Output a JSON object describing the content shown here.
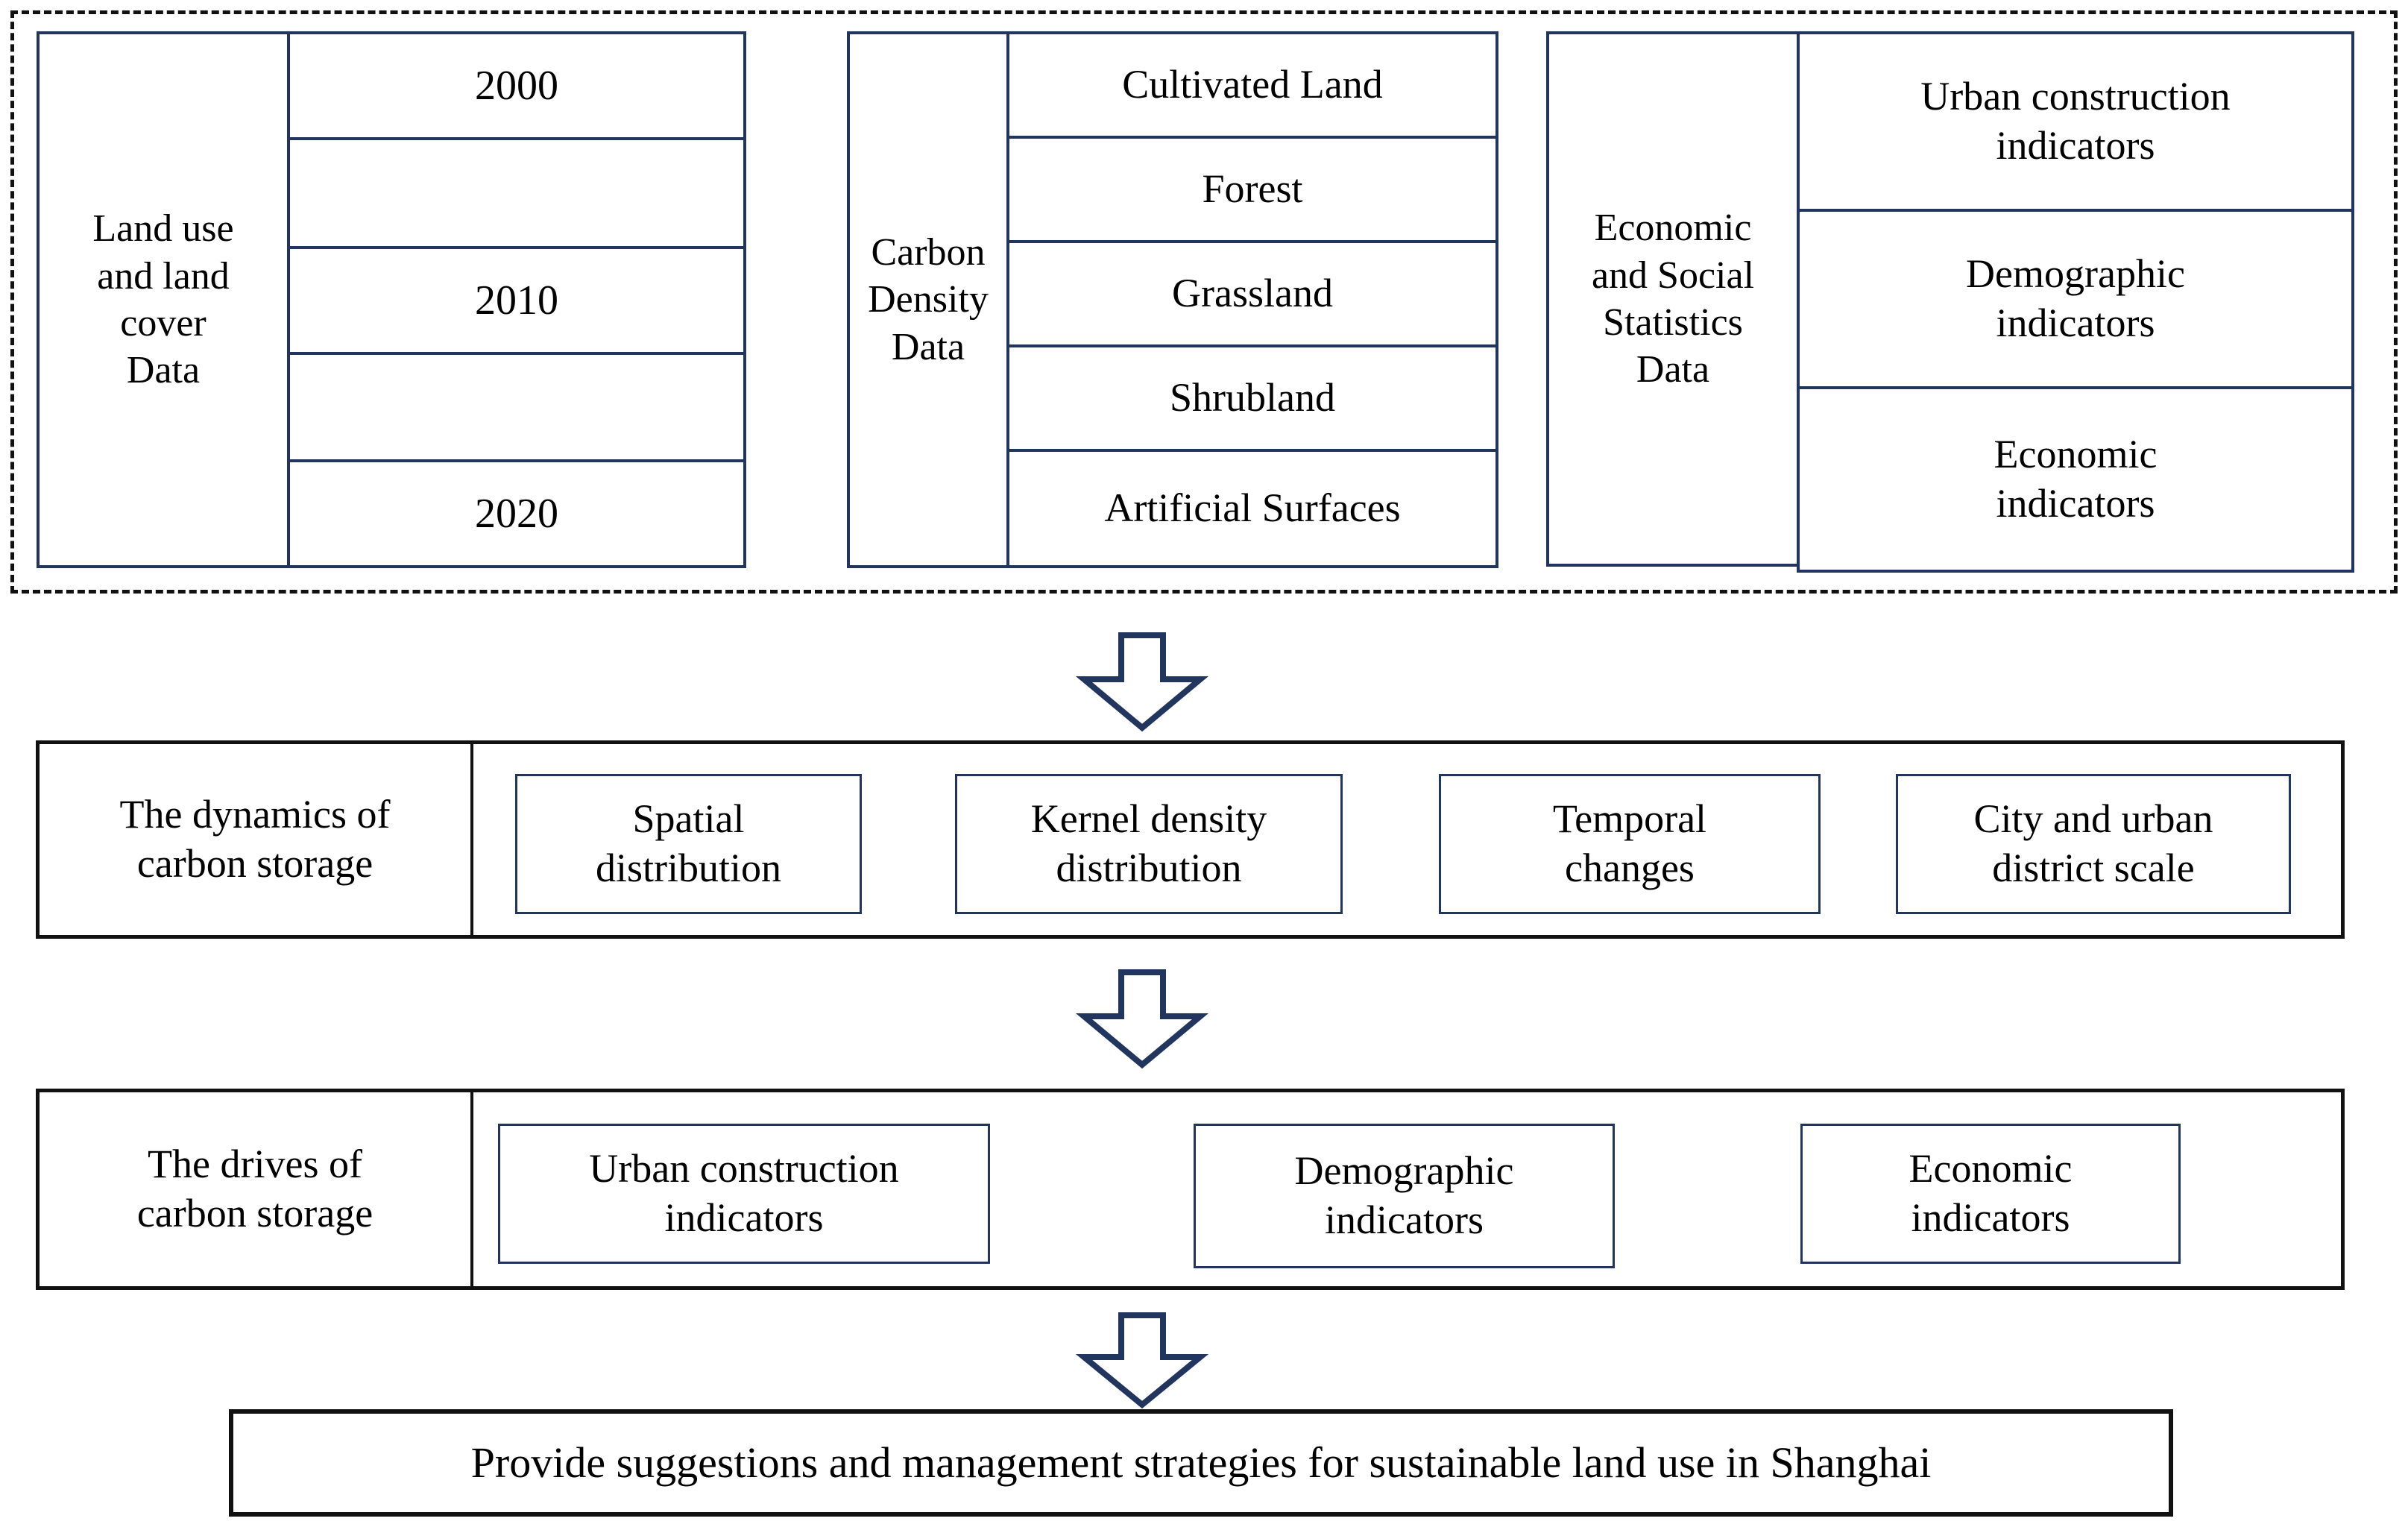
{
  "diagram": {
    "title": "Research framework flowchart for carbon storage in Shanghai",
    "colors": {
      "navy_border": "#21355e",
      "dark_border": "#111111",
      "dashed_border": "#111111",
      "background": "#ffffff",
      "text": "#000000"
    }
  },
  "data_sources": {
    "groups": [
      {
        "label": "Land use\nand land\ncover\nData",
        "items": [
          "2000",
          "2010",
          "2020"
        ],
        "layout": "spaced"
      },
      {
        "label": "Carbon\nDensity\nData",
        "items": [
          "Cultivated Land",
          "Forest",
          "Grassland",
          "Shrubland",
          "Artificial Surfaces"
        ],
        "layout": "stacked"
      },
      {
        "label": "Economic\nand Social\nStatistics\nData",
        "items": [
          "Urban construction\nindicators",
          "Demographic\nindicators",
          "Economic\nindicators"
        ],
        "layout": "stacked"
      }
    ]
  },
  "dynamics_band": {
    "label": "The dynamics of\ncarbon storage",
    "items": [
      "Spatial\ndistribution",
      "Kernel density\ndistribution",
      "Temporal\nchanges",
      "City and urban\ndistrict scale"
    ]
  },
  "drives_band": {
    "label": "The drives of\ncarbon storage",
    "items": [
      "Urban construction\nindicators",
      "Demographic\nindicators",
      "Economic\nindicators"
    ]
  },
  "final_statement": {
    "text": "Provide suggestions and management strategies for sustainable land use in Shanghai"
  },
  "arrows": [
    {
      "name": "arrow-to-dynamics",
      "direction": "down"
    },
    {
      "name": "arrow-to-drives",
      "direction": "down"
    },
    {
      "name": "arrow-to-final",
      "direction": "down"
    }
  ]
}
